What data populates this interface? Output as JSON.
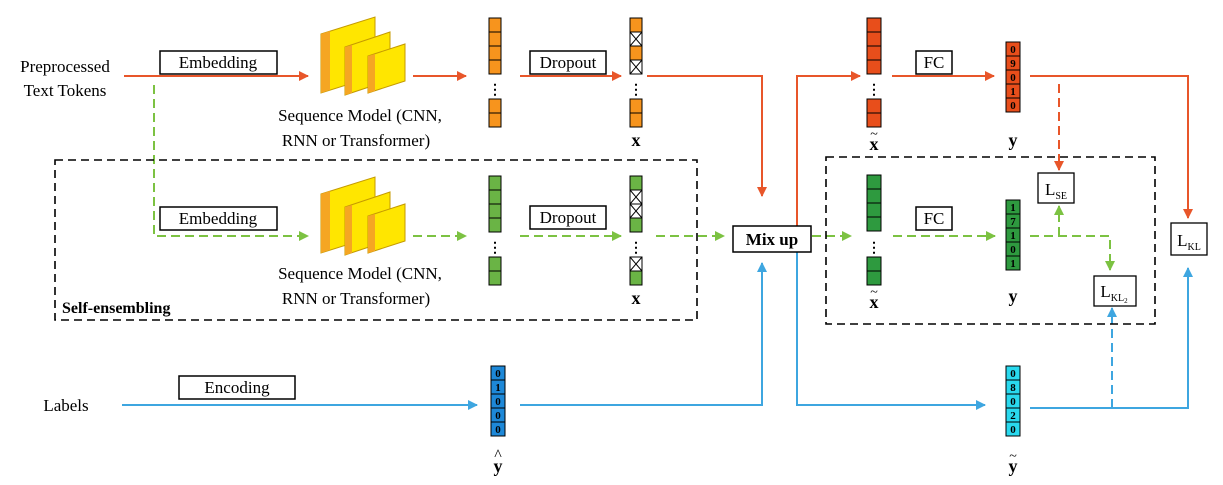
{
  "inputs": {
    "text_tokens": [
      "Preprocessed",
      "Text Tokens"
    ],
    "labels": "Labels"
  },
  "ops": {
    "embedding": "Embedding",
    "dropout": "Dropout",
    "encoding": "Encoding",
    "fc": "FC",
    "mixup": "Mix up"
  },
  "sequence_model": [
    "Sequence Model (CNN,",
    "RNN or Transformer)"
  ],
  "symbols": {
    "x": "x",
    "y": "y",
    "x_tilde": "x",
    "y_hat": "y",
    "y_tilde": "y"
  },
  "self_ensembling": "Self-ensembling",
  "losses": {
    "se": {
      "main": "L",
      "sub": "SE"
    },
    "kl": {
      "main": "L",
      "sub": "KL"
    },
    "kl2": {
      "main": "L",
      "sub": "KL",
      "subsub": "2"
    }
  },
  "vectors": {
    "y_pred_top": [
      "0",
      "9",
      "0",
      "1",
      "0"
    ],
    "y_pred_bottom": [
      "1",
      "7",
      "1",
      "0",
      "1"
    ],
    "y_hat_label": [
      "0",
      "1",
      "0",
      "0",
      "0"
    ],
    "y_tilde_label": [
      "0",
      "8",
      "0",
      "2",
      "0"
    ]
  },
  "colors": {
    "orange_flow": "#e8562a",
    "green_flow": "#7cc242",
    "blue_flow": "#3ea6e0",
    "orange_cell": "#f7941d",
    "green_cell": "#6ab445",
    "red_cell": "#e84e1b",
    "dark_green_cell": "#2e9a3f",
    "blue_cell": "#1d88d8",
    "cyan_cell": "#29d9ee",
    "model_yellow": "#ffe600",
    "model_orange": "#f5a623"
  }
}
